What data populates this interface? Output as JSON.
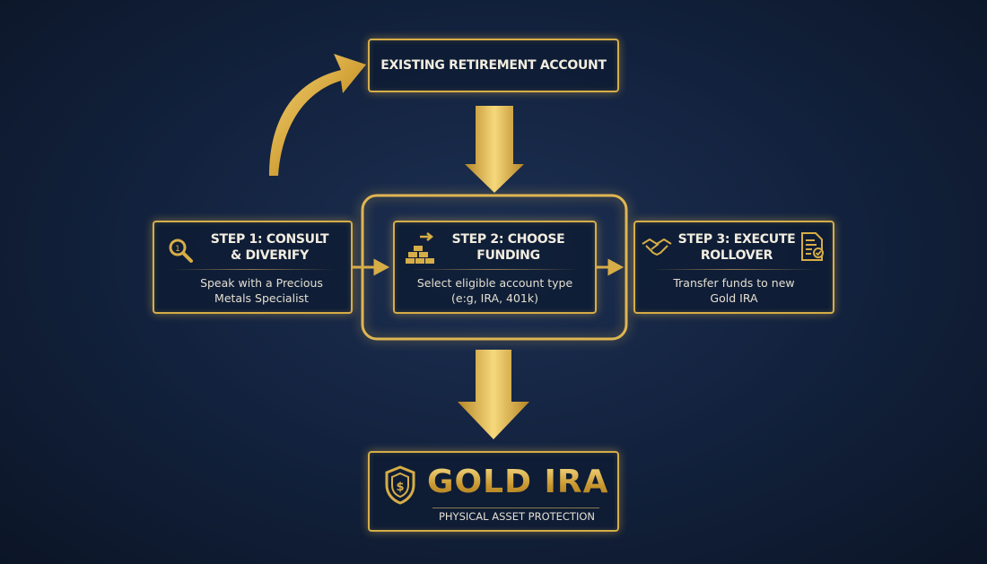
{
  "top_box": {
    "label": "EXISTING RETIREMENT ACCOUNT"
  },
  "steps": [
    {
      "title_line1": "STEP 1: CONSULT",
      "title_line2": "& DIVERIFY",
      "desc_line1": "Speak with a Precious",
      "desc_line2": "Metals Specialist",
      "icon": "magnifier-icon"
    },
    {
      "title_line1": "STEP 2: CHOOSE",
      "title_line2": "FUNDING",
      "desc_line1": "Select eligible account type",
      "desc_line2": "(e:g, IRA, 401k)",
      "icon": "gold-bars-icon"
    },
    {
      "title_line1": "STEP 3: EXECUTE",
      "title_line2": "ROLLOVER",
      "desc_line1": "Transfer funds to new",
      "desc_line2": "Gold IRA",
      "icon": "handshake-icon",
      "icon2": "document-check-icon"
    }
  ],
  "result_box": {
    "title": "GOLD IRA",
    "subtitle": "PHYSICAL ASSET PROTECTION",
    "icon": "shield-dollar-icon"
  },
  "colors": {
    "gold": "#d6ad47",
    "background": "#132340",
    "text": "#ece6d6"
  }
}
